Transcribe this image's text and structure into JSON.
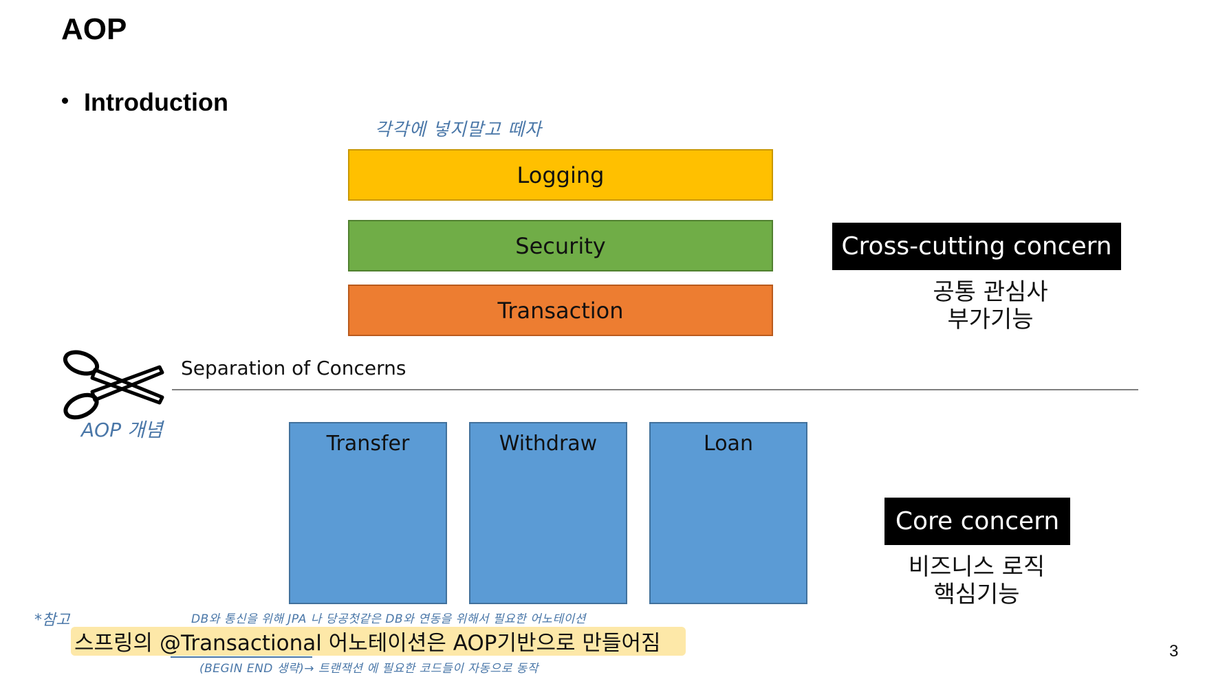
{
  "slide": {
    "title": "AOP",
    "bullet": "Introduction",
    "page_number": "3"
  },
  "annotations": {
    "top_handwritten": "각각에 넣지말고 떼자",
    "aop_concept": "AOP 개념",
    "star_note": "*참고",
    "note_above": "DB와 통신을 위해 JPA 나 당공첫같은 DB와 연동을 위해서 필요한 어노테이션",
    "note_below": "(BEGIN END 생략)→ 트랜잭션 에 필요한 코드들이 자동으로 동작"
  },
  "cross_cutting": {
    "bars": [
      "Logging",
      "Security",
      "Transaction"
    ],
    "colors": [
      "#ffc000",
      "#70ad47",
      "#ed7d31"
    ],
    "label": "Cross-cutting concern",
    "sub_line1": "공통 관심사",
    "sub_line2": "부가기능"
  },
  "separation": {
    "icon": "scissors-icon",
    "text": "Separation of Concerns"
  },
  "core": {
    "boxes": [
      "Transfer",
      "Withdraw",
      "Loan"
    ],
    "box_color": "#5b9bd5",
    "label": "Core concern",
    "sub_line1": "비즈니스 로직",
    "sub_line2": "핵심기능"
  },
  "bottom": {
    "prefix": "스프링의 ",
    "code": "@Transactional",
    "suffix": " 어노테이션은 AOP기반으로 만들어짐"
  }
}
